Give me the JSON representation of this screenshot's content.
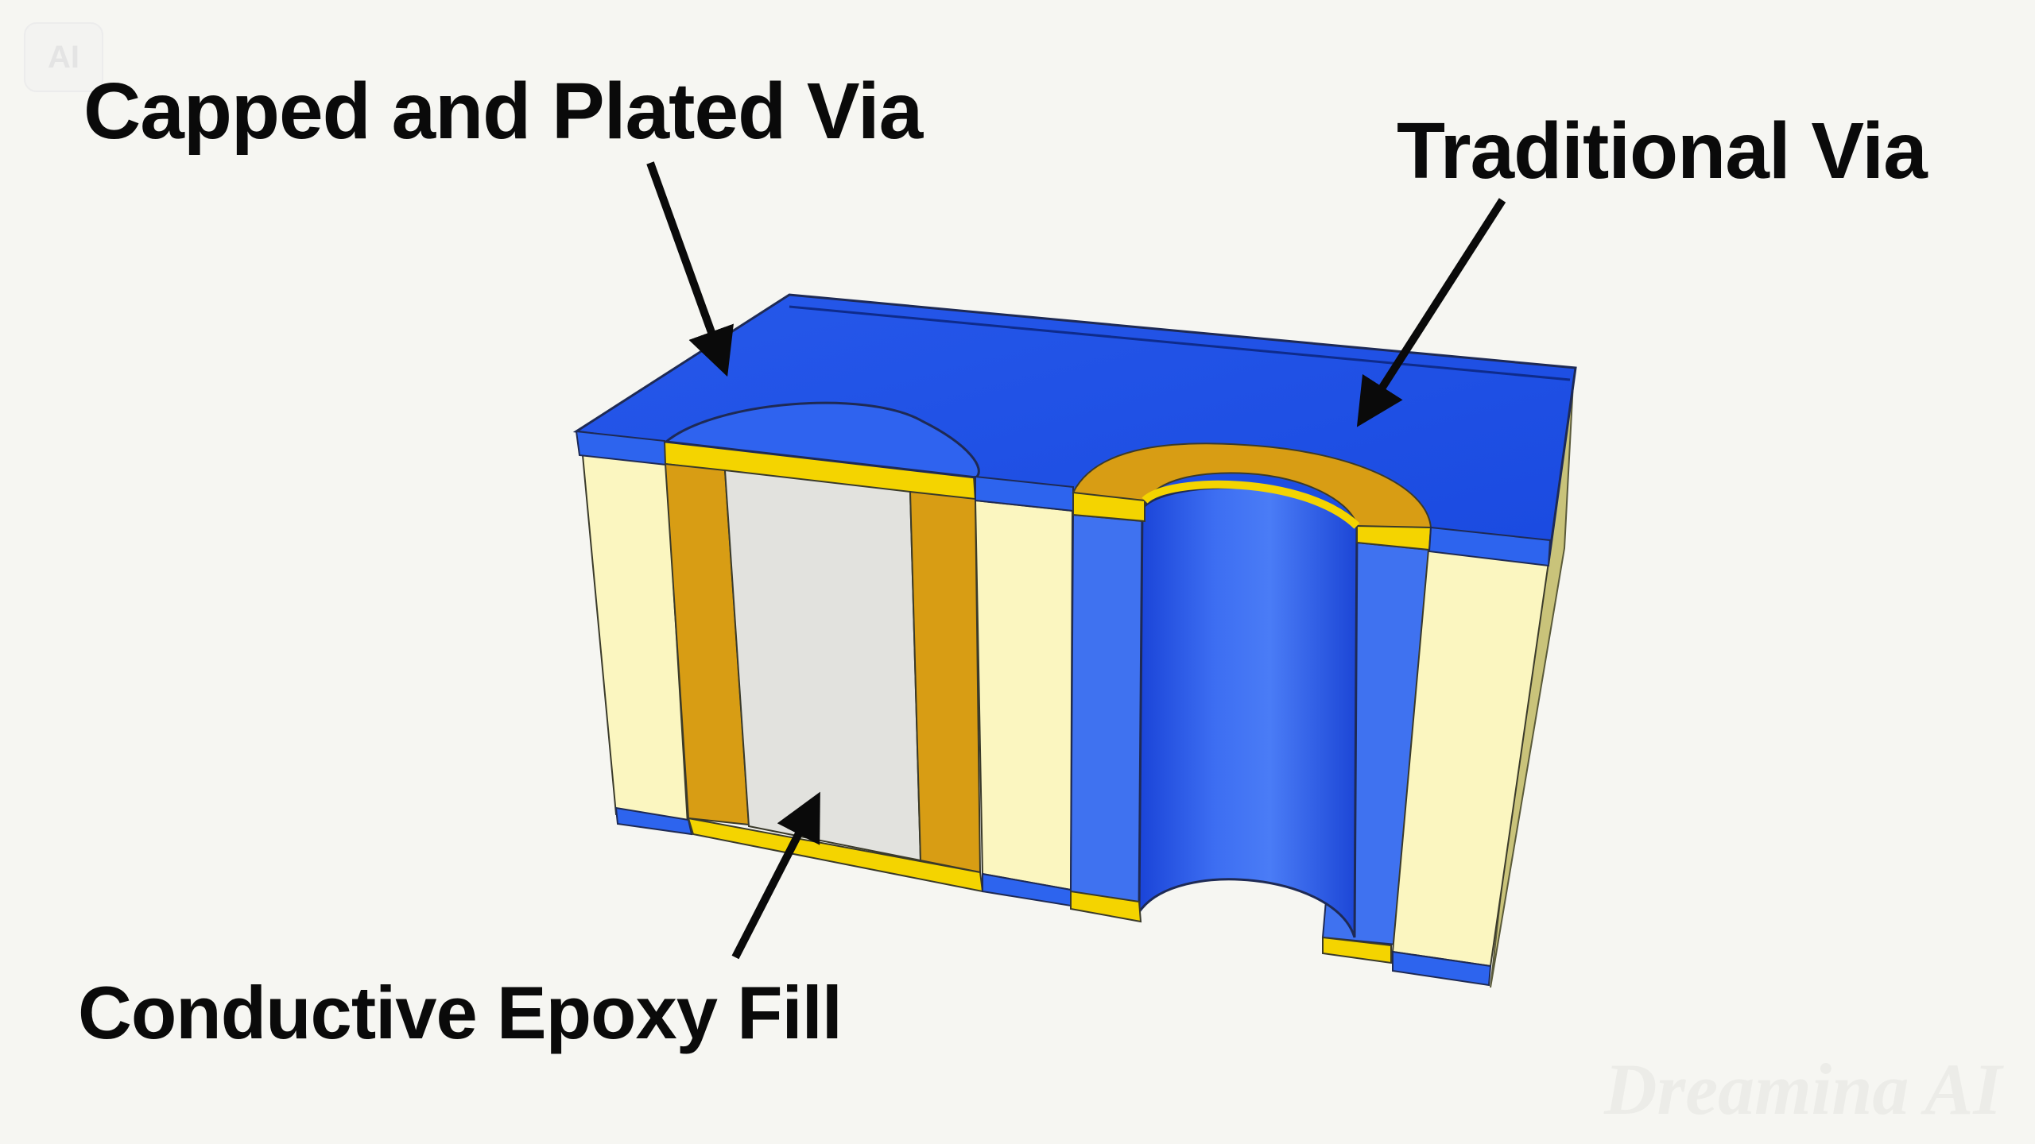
{
  "labels": {
    "capped_via": "Capped and Plated Via",
    "traditional_via": "Traditional Via",
    "epoxy_fill": "Conductive Epoxy Fill"
  },
  "badge": "AI",
  "watermark": "Dreamina AI",
  "colors": {
    "solder_mask_blue": "#1a4fe0",
    "blue_side": "#3f72f0",
    "substrate": "#fbf6c0",
    "plating_gold": "#d89d14",
    "copper_yellow": "#f4d400",
    "epoxy_gray": "#e2e2de",
    "arrow": "#0a0a0a"
  },
  "icons": [
    "ai-badge-icon",
    "dreamina-watermark-icon"
  ]
}
